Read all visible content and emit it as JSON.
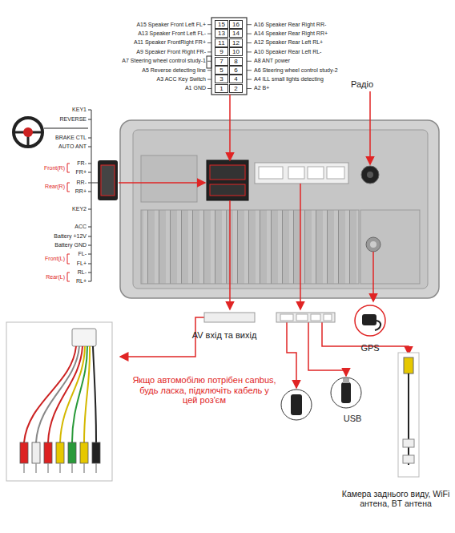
{
  "diagram": {
    "nodes": [
      {
        "text": [
          "15"
        ]
      },
      {
        "text": [
          "16"
        ]
      },
      {
        "text": [
          "13"
        ]
      },
      {
        "text": [
          "14"
        ]
      },
      {
        "text": [
          "11"
        ]
      },
      {
        "text": [
          "12"
        ]
      },
      {
        "text": [
          "9"
        ]
      },
      {
        "text": [
          "10"
        ]
      },
      {
        "text": [
          "7"
        ]
      },
      {
        "text": [
          "8"
        ]
      },
      {
        "text": [
          "5"
        ]
      },
      {
        "text": [
          "6"
        ]
      },
      {
        "text": [
          "3"
        ]
      },
      {
        "text": [
          "4"
        ]
      },
      {
        "text": [
          "1"
        ]
      },
      {
        "text": [
          "2"
        ]
      }
    ],
    "labels": [
      "A15 Speaker Front Left FL+",
      "A16 Speaker Rear Right RR-",
      "A13 Speaker Front Left FL-",
      "A14 Speaker Rear Right RR+",
      "A11 Speaker FrontRight FR+",
      "A12 Speaker Rear Left RL+",
      "A9 Speaker Front Right FR-",
      "A10 Speaker Rear Left RL-",
      "A7 Steering wheel control study-1",
      "A8 ANT power",
      "A5 Reverse detecting line",
      "A6 Steering wheel control study-2",
      "A3 ACC Key Switch",
      "A4 ILL small lights detecting",
      "A1 GND",
      "A2 B+",
      "Радіо",
      "KEY1",
      "REVERSE",
      "BRAKE CTL",
      "AUTO ANT",
      "Front(R)",
      "FR-",
      "FR+",
      "Rear(R)",
      "RR-",
      "RR+",
      "KEY2",
      "ACC",
      "Battery +12V",
      "Battery GND",
      "Front(L)",
      "FL-",
      "FL+",
      "Rear(L)",
      "RL-",
      "RL+",
      "AV вхід та вихід",
      "GPS",
      "Якщо автомобілю потрібен canbus, будь ласка, підключіть кабель у цей роз'єм",
      "USB",
      "Камера заднього виду, WiFi антена, BT антена"
    ]
  }
}
